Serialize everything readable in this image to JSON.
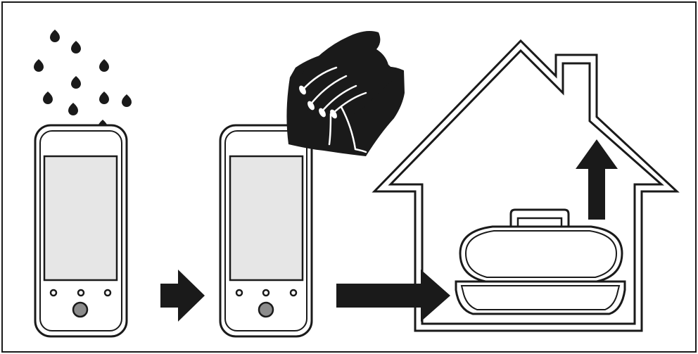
{
  "figure": {
    "steps": [
      {
        "id": "rain-on-phone",
        "icon": "raindrops-icon"
      },
      {
        "id": "wipe-phone-dry",
        "icon": "hand-with-cloth-icon"
      },
      {
        "id": "store-indoors",
        "icon": "house-icon"
      }
    ],
    "colors": {
      "ink": "#1a1a1a",
      "screen": "#e6e6e6",
      "background": "#ffffff"
    }
  }
}
